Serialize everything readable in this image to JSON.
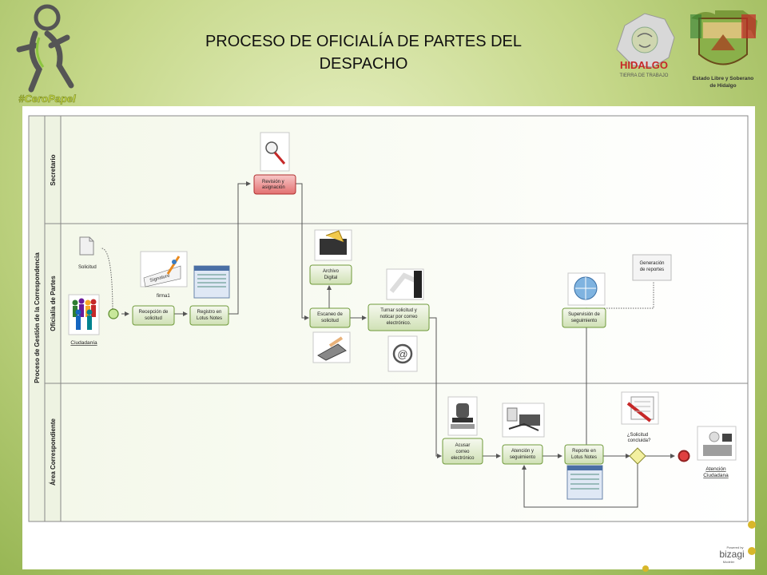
{
  "slide": {
    "title_line1": "PROCESO DE OFICIALÍA DE PARTES DEL",
    "title_line2": "DESPACHO"
  },
  "logos": {
    "left_hashtag": "#CeroPapel",
    "hidalgo_line1": "HIDALGO",
    "hidalgo_line2": "TIERRA DE TRABAJO",
    "estado_line1": "Estado Libre y Soberano",
    "estado_line2": "de Hidalgo"
  },
  "diagram": {
    "pool_label": "Proceso de Gestión de la Correspondencia",
    "lanes": [
      "Secretario",
      "Oficialía de Partes",
      "Área Correspondiente"
    ],
    "tasks": {
      "revision": [
        "Revisión y",
        "asignación"
      ],
      "recepcion": [
        "Recepción de",
        "solicitud"
      ],
      "registro": [
        "Registro en",
        "Lotus Notes"
      ],
      "archivo": [
        "Archivo",
        "Digital"
      ],
      "escaneo": [
        "Escaneo de",
        "solicitud"
      ],
      "turnar": [
        "Turnar solicitud y",
        "noticar por correo",
        "electrónico."
      ],
      "supervision": [
        "Supervisión de",
        "seguimiento"
      ],
      "generacion": [
        "Generación",
        "de reportes"
      ],
      "acusar": [
        "Acusar",
        "correo",
        "electrónico"
      ],
      "atencion": [
        "Atención y",
        "seguimiento"
      ],
      "reporte": [
        "Reporte en",
        "Lotus Notes"
      ]
    },
    "labels": {
      "solicitud": "Solicitud",
      "firma": "firma1",
      "ciudadania": "Ciudadanía",
      "gateway_q1": "¿Solicitud",
      "gateway_q2": "concluida?",
      "end_line1": "Atención",
      "end_line2": "Ciudadana",
      "signature": "Signature"
    },
    "icons": [
      "magnifier-icon",
      "document-icon",
      "signature-icon",
      "lotus-screen-icon",
      "people-icon",
      "archive-icon",
      "scanner-icon",
      "handshake-icon",
      "email-icon",
      "globe-icon",
      "stamp-icon",
      "office-tools-icon",
      "checklist-icon",
      "help-desk-icon"
    ]
  },
  "footer": {
    "powered_by": "Powered by",
    "brand": "bizagi",
    "sub": "Modeler"
  },
  "colors": {
    "task_fill": "#e2ecd2",
    "task_stroke": "#6f9a3a",
    "red_task": "#e87a7a",
    "start_event": "#c8e89a",
    "end_event": "#e04040",
    "gateway": "#f3f0a0"
  }
}
